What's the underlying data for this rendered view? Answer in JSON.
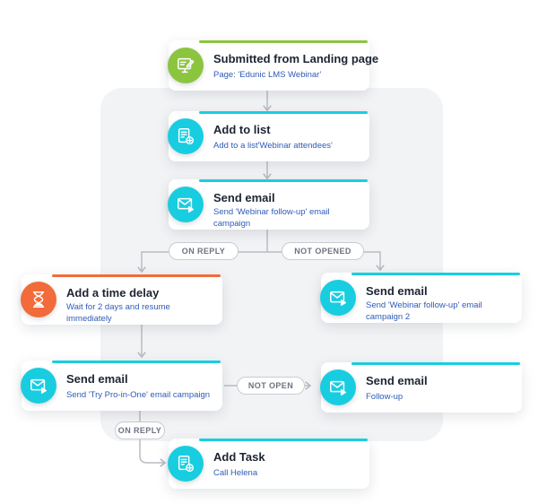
{
  "colors": {
    "teal": "#19cde0",
    "green": "#8bc53f",
    "orange": "#f26b3a",
    "line": "#b9bcc3",
    "title": "#1d2433",
    "subtitle": "#2f5bb7"
  },
  "nodes": {
    "submitted": {
      "title": "Submitted from Landing page",
      "subtitle": "Page: 'Edunic LMS Webinar'",
      "icon": "form-submit-icon"
    },
    "add_to_list": {
      "title": "Add to list",
      "subtitle": "Add to a list'Webinar attendees'",
      "icon": "list-add-icon"
    },
    "send_email_1": {
      "title": "Send email",
      "subtitle": "Send 'Webinar follow-up' email campaign",
      "icon": "email-send-icon"
    },
    "time_delay": {
      "title": "Add a time delay",
      "subtitle": "Wait for 2 days and resume immediately",
      "icon": "hourglass-icon"
    },
    "send_email_2": {
      "title": "Send email",
      "subtitle": "Send 'Webinar follow-up' email campaign 2",
      "icon": "email-send-icon"
    },
    "send_email_3": {
      "title": "Send email",
      "subtitle": "Send 'Try Pro-in-One' email campaign",
      "icon": "email-send-icon"
    },
    "send_email_4": {
      "title": "Send email",
      "subtitle": "Follow-up",
      "icon": "email-send-icon"
    },
    "add_task": {
      "title": "Add Task",
      "subtitle": "Call Helena",
      "icon": "task-add-icon"
    }
  },
  "conditions": {
    "on_reply_1": "ON REPLY",
    "not_opened": "NOT OPENED",
    "not_open": "NOT OPEN",
    "on_reply_2": "ON REPLY"
  }
}
